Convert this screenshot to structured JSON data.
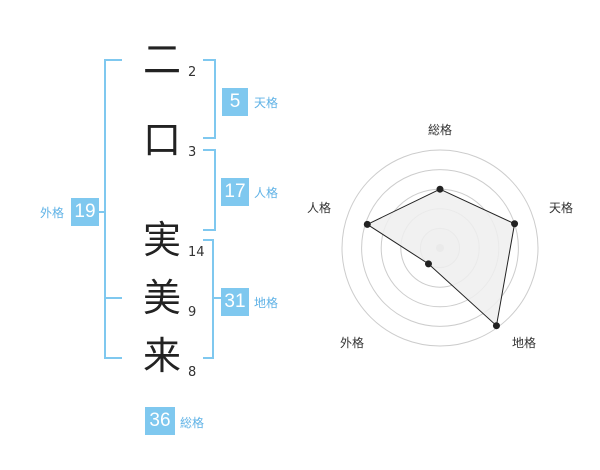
{
  "name_chars": [
    {
      "char": "二",
      "strokes": "2"
    },
    {
      "char": "口",
      "strokes": "3"
    },
    {
      "char": "実",
      "strokes": "14"
    },
    {
      "char": "美",
      "strokes": "9"
    },
    {
      "char": "来",
      "strokes": "8"
    }
  ],
  "scores": {
    "tenkaku": {
      "value": "5",
      "label": "天格"
    },
    "jinkaku": {
      "value": "17",
      "label": "人格"
    },
    "chikaku": {
      "value": "31",
      "label": "地格"
    },
    "gaikaku": {
      "value": "19",
      "label": "外格"
    },
    "soukaku": {
      "value": "36",
      "label": "総格"
    }
  },
  "colors": {
    "accent": "#7fc8ef",
    "accent_text": "#5fb2e6",
    "grid": "#cccccc",
    "fill": "#eeeeee"
  },
  "chart_data": {
    "type": "radar",
    "axes": [
      "総格",
      "天格",
      "地格",
      "外格",
      "人格"
    ],
    "values": [
      0.6,
      0.8,
      0.98,
      0.2,
      0.78
    ],
    "range": [
      0,
      1
    ]
  }
}
